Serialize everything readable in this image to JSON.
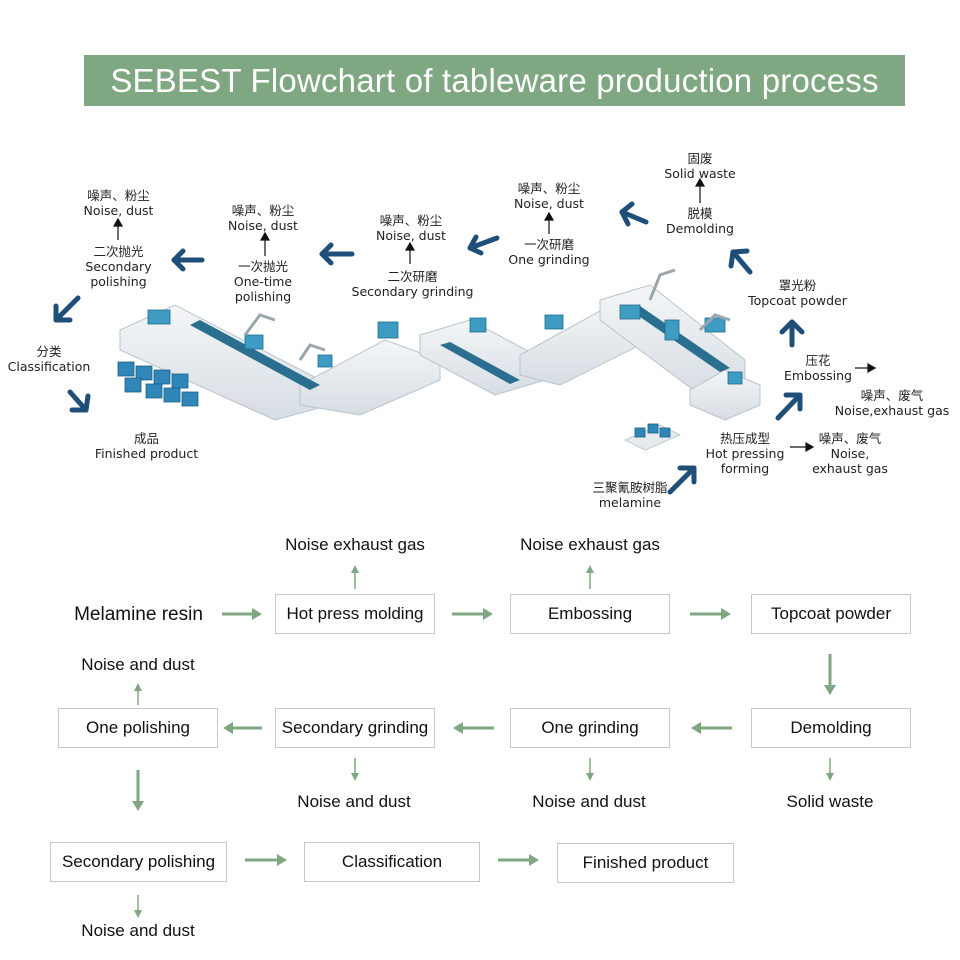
{
  "title": "SEBEST Flowchart of tableware production process",
  "colors": {
    "title_bg": "#7fa882",
    "flow_arrow": "#7fa882",
    "blue_arrow": "#1f4e79",
    "box_border": "#c8c8c8"
  },
  "illustration": {
    "melamine": {
      "zh": "三聚氰胺树脂",
      "en": "melamine"
    },
    "hot_pressing": {
      "zh": "热压成型",
      "en1": "Hot pressing",
      "en2": "forming"
    },
    "hot_pressing_out": {
      "zh": "噪声、废气",
      "en1": "Noise,",
      "en2": "exhaust gas"
    },
    "embossing": {
      "zh": "压花",
      "en": "Embossing"
    },
    "embossing_out": {
      "zh": "噪声、废气",
      "en": "Noise,exhaust gas"
    },
    "topcoat": {
      "zh": "罩光粉",
      "en": "Topcoat powder"
    },
    "demolding": {
      "zh": "脱模",
      "en": "Demolding"
    },
    "solid_waste": {
      "zh": "固废",
      "en": "Solid waste"
    },
    "one_grinding": {
      "zh": "一次研磨",
      "en": "One grinding"
    },
    "one_grinding_out": {
      "zh": "噪声、粉尘",
      "en": "Noise, dust"
    },
    "secondary_grinding": {
      "zh": "二次研磨",
      "en": "Secondary grinding"
    },
    "secondary_grinding_out": {
      "zh": "噪声、粉尘",
      "en": "Noise, dust"
    },
    "one_time_polishing": {
      "zh": "一次抛光",
      "en1": "One-time",
      "en2": "polishing"
    },
    "one_time_polishing_out": {
      "zh": "噪声、粉尘",
      "en": "Noise, dust"
    },
    "secondary_polishing": {
      "zh": "二次抛光",
      "en1": "Secondary",
      "en2": "polishing"
    },
    "secondary_polishing_out": {
      "zh": "噪声、粉尘",
      "en": "Noise, dust"
    },
    "classification": {
      "zh": "分类",
      "en": "Classification"
    },
    "finished_product": {
      "zh": "成品",
      "en": "Finished product"
    }
  },
  "flowchart": {
    "melamine_resin": "Melamine resin",
    "hot_press_molding": "Hot press molding",
    "hot_press_out": "Noise exhaust gas",
    "embossing": "Embossing",
    "embossing_out": "Noise exhaust gas",
    "topcoat_powder": "Topcoat powder",
    "demolding": "Demolding",
    "demolding_out": "Solid waste",
    "one_grinding": "One grinding",
    "one_grinding_out": "Noise and dust",
    "secondary_grinding": "Secondary grinding",
    "secondary_grinding_out": "Noise and dust",
    "one_polishing": "One polishing",
    "one_polishing_out": "Noise and dust",
    "secondary_polishing": "Secondary polishing",
    "secondary_polishing_out": "Noise and dust",
    "classification": "Classification",
    "finished_product": "Finished product"
  }
}
